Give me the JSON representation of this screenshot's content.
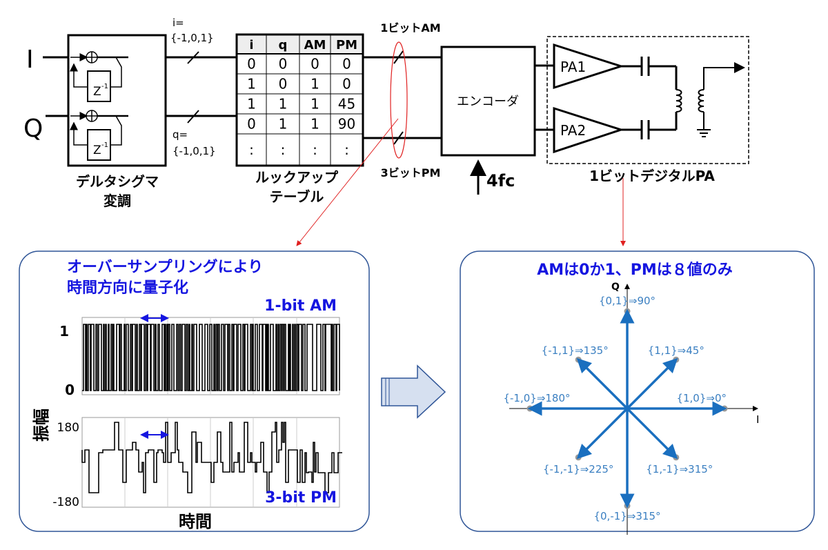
{
  "inputs": {
    "i": "I",
    "q": "Q"
  },
  "delta_sigma": {
    "label1": "デルタシグマ",
    "label2": "変調",
    "delay": "Z",
    "delay_exp": "-1"
  },
  "i_set": {
    "line1": "i=",
    "line2": "{-1,0,1}"
  },
  "q_set": {
    "line1": "q=",
    "line2": "{-1,0,1}"
  },
  "lookup_table": {
    "headers": [
      "i",
      "q",
      "AM",
      "PM"
    ],
    "rows": [
      [
        "0",
        "0",
        "0",
        "0"
      ],
      [
        "1",
        "0",
        "1",
        "0"
      ],
      [
        "1",
        "1",
        "1",
        "45"
      ],
      [
        "0",
        "1",
        "1",
        "90"
      ],
      [
        ":",
        ":",
        ":",
        ":"
      ]
    ],
    "label1": "ルックアップ",
    "label2": "テーブル"
  },
  "am_bus_label": "1ビットAM",
  "pm_bus_label": "3ビットPM",
  "encoder": {
    "label": "エンコーダ",
    "clock": "4fc"
  },
  "pa": {
    "pa1": "PA1",
    "pa2": "PA2",
    "label": "1ビットデジタルPA"
  },
  "left_panel": {
    "title1": "オーバーサンプリングにより",
    "title2": "時間方向に量子化",
    "ylabel": "振幅",
    "xlabel": "時間",
    "am_plot": {
      "label": "1-bit AM",
      "ticks": [
        "1",
        "0"
      ]
    },
    "pm_plot": {
      "label": "3-bit PM",
      "ticks": [
        "180",
        "-180"
      ]
    }
  },
  "right_panel": {
    "title": "AMは0か1、PMは８値のみ",
    "axis_i": "I",
    "axis_q": "Q",
    "points": [
      {
        "label": "{1,0}⇒0°",
        "angle": 0
      },
      {
        "label": "{1,1}⇒45°",
        "angle": 45
      },
      {
        "label": "{0,1}⇒90°",
        "angle": 90
      },
      {
        "label": "{-1,1}⇒135°",
        "angle": 135
      },
      {
        "label": "{-1,0}⇒180°",
        "angle": 180
      },
      {
        "label": "{-1,-1}⇒225°",
        "angle": 225
      },
      {
        "label": "{0,-1}⇒315°",
        "angle": 270
      },
      {
        "label": "{1,-1}⇒315°",
        "angle": 315
      }
    ]
  },
  "colors": {
    "title_blue": "#1515e0",
    "vector_blue": "#1a6fbf",
    "label_blue": "#3a7fc1",
    "red": "#e02020",
    "panel_border": "#2f5597"
  }
}
